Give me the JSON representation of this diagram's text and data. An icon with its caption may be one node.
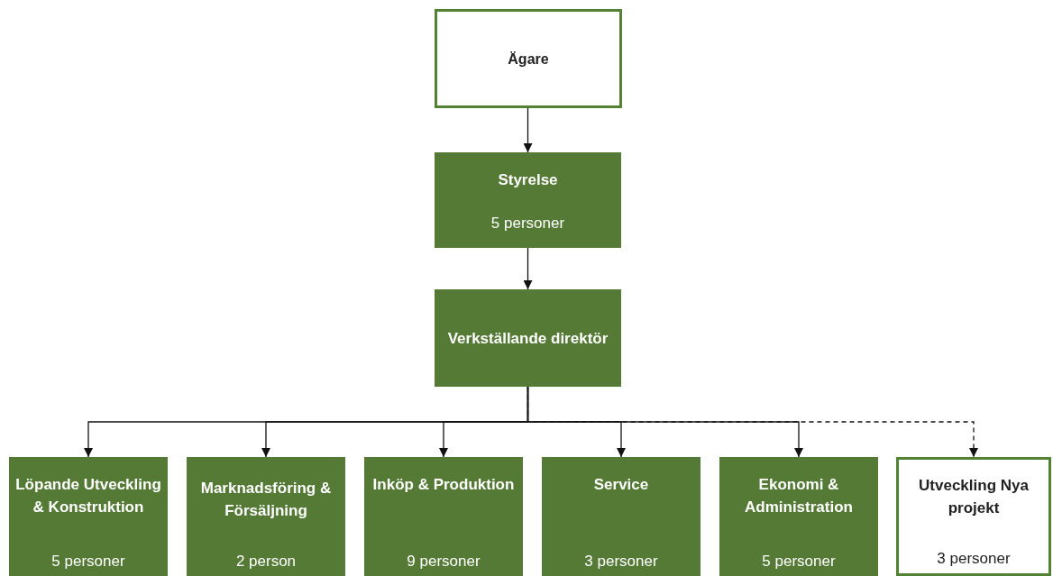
{
  "diagram": {
    "nodes": [
      {
        "text": [
          "Ägare"
        ]
      },
      {
        "text": [
          "Styrelse",
          "5 personer"
        ]
      },
      {
        "text": [
          "Verkställande direktör"
        ]
      },
      {
        "text": [
          "Löpande Utveckling & Konstruktion",
          "5 personer"
        ]
      },
      {
        "text": [
          "Marknadsföring & Försäljning",
          "2 person"
        ]
      },
      {
        "text": [
          "Inköp & Produktion",
          "9 personer"
        ]
      },
      {
        "text": [
          "Service",
          "3 personer"
        ]
      },
      {
        "text": [
          "Ekonomi & Administration",
          "5 personer"
        ]
      },
      {
        "text": [
          "Utveckling Nya projekt",
          "3 personer"
        ]
      }
    ],
    "edges": [
      {
        "from": 0,
        "to": 1,
        "arrow": "to"
      },
      {
        "from": 1,
        "to": 2,
        "arrow": "to"
      },
      {
        "from": 2,
        "to": 3,
        "arrow": "to"
      },
      {
        "from": 2,
        "to": 4,
        "arrow": "to"
      },
      {
        "from": 2,
        "to": 5,
        "arrow": "to"
      },
      {
        "from": 2,
        "to": 6,
        "arrow": "to"
      },
      {
        "from": 2,
        "to": 7,
        "arrow": "to"
      },
      {
        "from": 2,
        "to": 8,
        "arrow": "to",
        "style": "dashed"
      }
    ]
  }
}
